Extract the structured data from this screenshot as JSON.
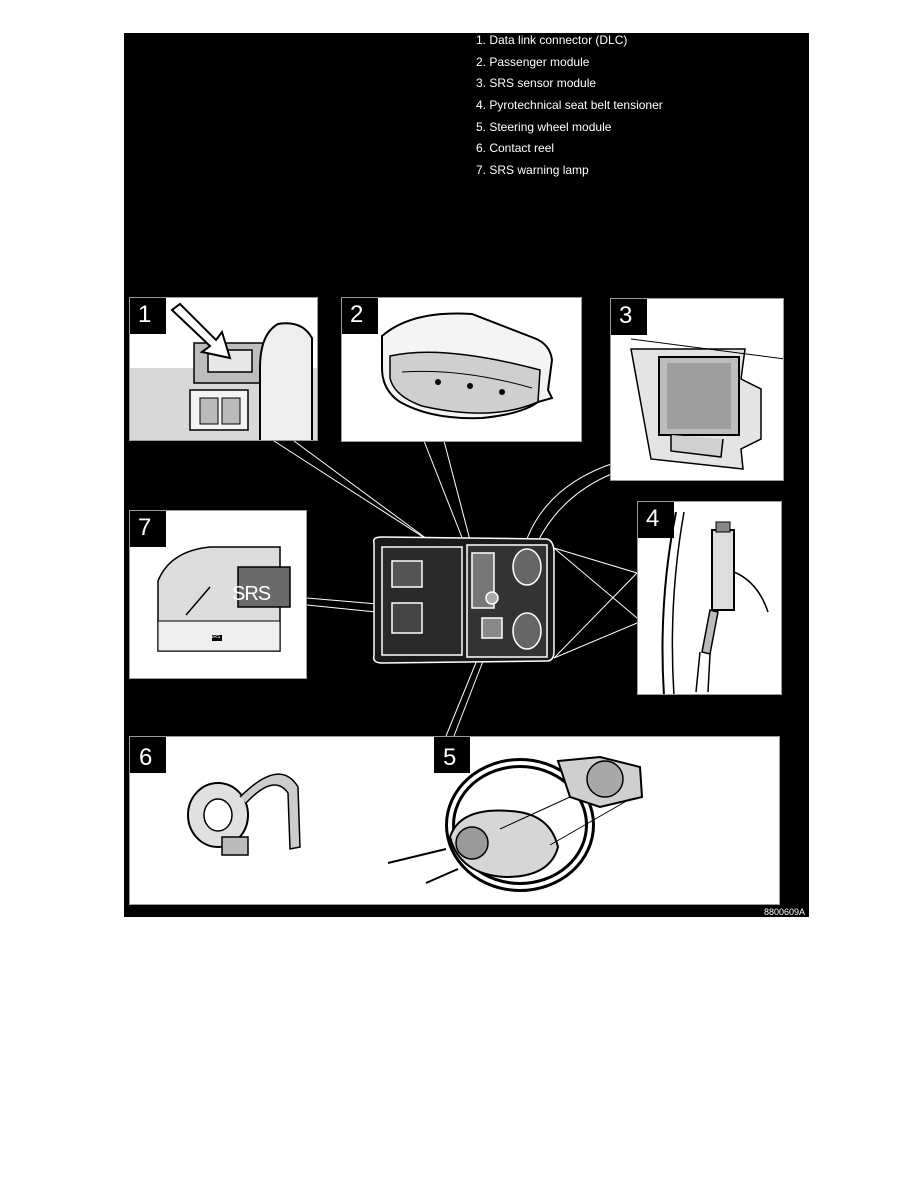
{
  "legend": [
    "1. Data link connector (DLC)",
    "2. Passenger module",
    "3. SRS sensor module",
    "4. Pyrotechnical seat belt tensioner",
    "5. Steering wheel module",
    "6. Contact reel",
    "7. SRS warning lamp"
  ],
  "panels": {
    "p1": "1",
    "p2": "2",
    "p3": "3",
    "p4": "4",
    "p5": "5",
    "p6": "6",
    "p7": "7"
  },
  "lamp_label": "SRS",
  "lamp_small_label": "SRS",
  "figure_code": "8800609A",
  "colors": {
    "background": "#000000",
    "panel": "#ffffff",
    "text": "#ffffff",
    "line": "#000000"
  }
}
